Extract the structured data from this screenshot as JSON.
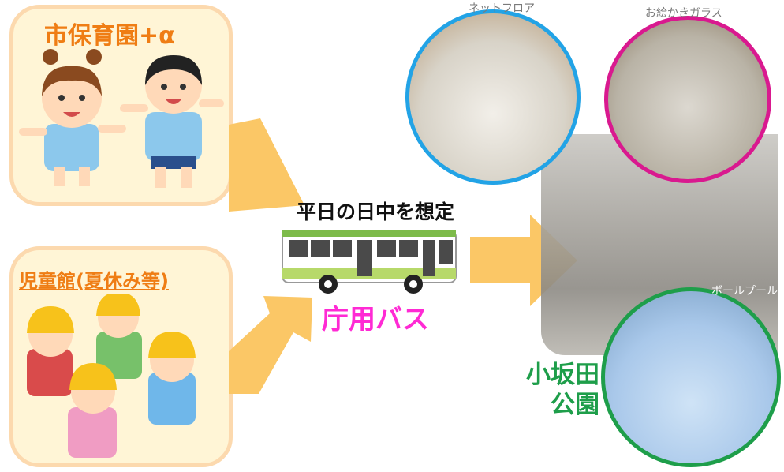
{
  "left_groups": {
    "nursery": {
      "title": "市保育園+α"
    },
    "children_hall": {
      "title": "児童館(夏休み等)"
    }
  },
  "center": {
    "caption": "平日の日中を想定",
    "bus_label": "庁用バス"
  },
  "right": {
    "park_name_line1": "小坂田",
    "park_name_line2": "公園",
    "photo_labels": {
      "net_floor": "ネットフロア",
      "drawing_glass": "お絵かきガラス",
      "ball_pool": "ボールプール"
    }
  },
  "colors": {
    "box_fill": "#fff5d6",
    "box_border": "#fcd9ae",
    "title_orange": "#ef7d14",
    "arrow": "#fbc766",
    "bus_label": "#ff2ad4",
    "park_label": "#1e9e4a",
    "circle_blue": "#22a3e6",
    "circle_magenta": "#d9198f",
    "circle_green": "#1e9e4a"
  }
}
